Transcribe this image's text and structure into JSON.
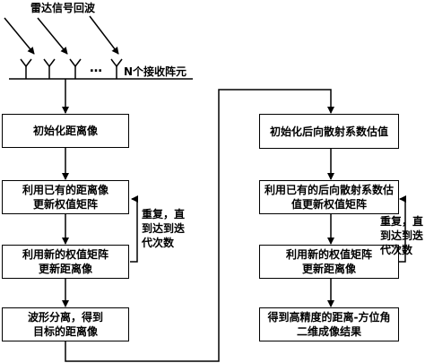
{
  "radar_signal_label": "雷达信号回波",
  "antenna_dots": "…",
  "receiver_label": "N个接收阵元",
  "left_column": {
    "step1": "初始化距离像",
    "step2": "利用已有的距离像\n更新权值矩阵",
    "step3": "利用新的权值矩阵\n更新距离像",
    "step4": "波形分离，得到\n目标的距离像",
    "loop_label": "重复，直\n到达到迭\n代次数"
  },
  "right_column": {
    "step1": "初始化后向散射系数估值",
    "step2": "利用已有的后向散射系数估\n值更新权值矩阵",
    "step3": "利用新的权值矩阵\n更新距离像",
    "step4": "得到高精度的距离-方位角\n二维成像结果",
    "loop_label": "重复，直\n到达到迭\n代次数"
  }
}
